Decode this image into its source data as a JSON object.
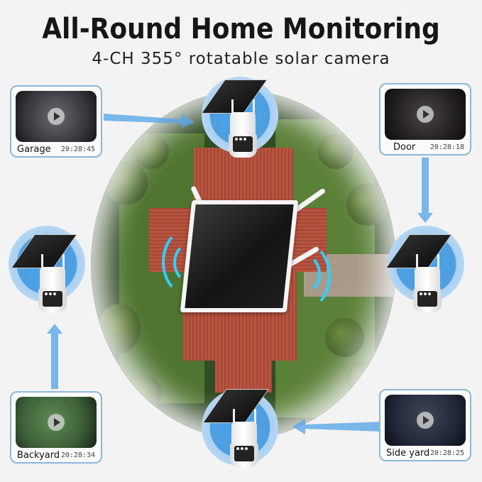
{
  "header": {
    "title": "All-Round Home Monitoring",
    "subtitle": "4-CH 355° rotatable solar camera"
  },
  "hub": {
    "icon": "solar-panel-wifi-hub-icon",
    "signal_color": "#2fd0ff"
  },
  "cameras": [
    {
      "position": "top",
      "icon": "solar-ptz-camera-icon"
    },
    {
      "position": "left",
      "icon": "solar-ptz-camera-icon"
    },
    {
      "position": "right",
      "icon": "solar-ptz-camera-icon"
    },
    {
      "position": "bottom",
      "icon": "solar-ptz-camera-icon"
    }
  ],
  "events": [
    {
      "label": "Garage",
      "time": "20:28:45",
      "icon": "play-icon"
    },
    {
      "label": "Door",
      "time": "20:28:18",
      "icon": "play-icon"
    },
    {
      "label": "Backyard",
      "time": "20:28:34",
      "icon": "play-icon"
    },
    {
      "label": "Side yard",
      "time": "20:28:25",
      "icon": "play-icon"
    }
  ],
  "colors": {
    "accent": "#4a9fe6",
    "card_border": "#8cb7d6",
    "background": "#f3f3f3"
  }
}
